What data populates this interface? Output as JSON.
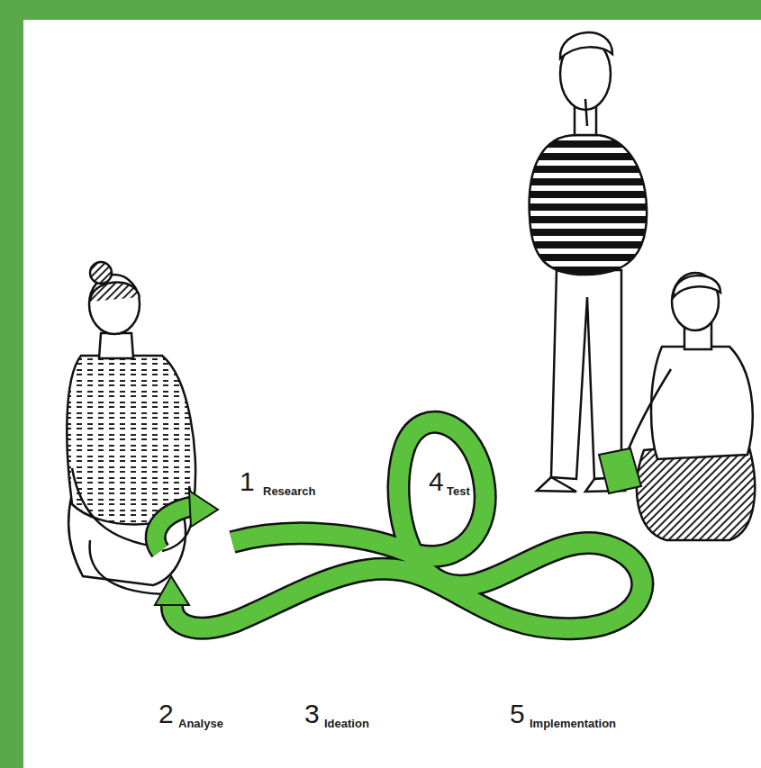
{
  "diagram": {
    "labels": [
      "1",
      "Research",
      "4",
      "Test",
      "2",
      "Analyse",
      "3",
      "Ideation",
      "5",
      "Implementation"
    ]
  }
}
